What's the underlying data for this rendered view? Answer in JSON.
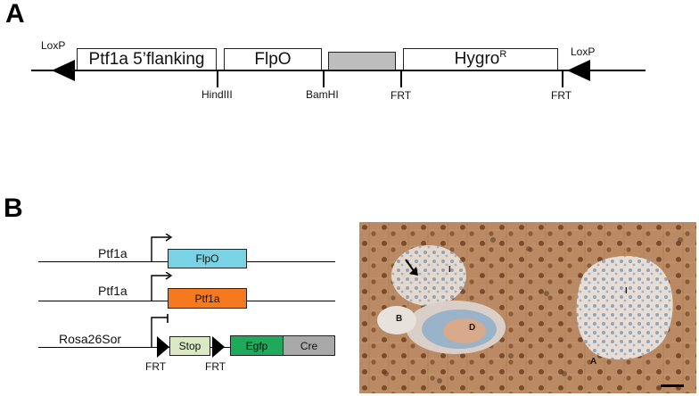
{
  "panel_a": {
    "label": "A",
    "loxp_left": "LoxP",
    "loxp_right": "LoxP",
    "boxes": {
      "ptf1a_flanking": "Ptf1a 5’flanking",
      "flpo": "FlpO",
      "hygro": "Hygro",
      "hygro_sup": "R"
    },
    "sites": {
      "hindiii": "HindIII",
      "bamhi": "BamHI",
      "frt1": "FRT",
      "frt2": "FRT"
    },
    "colors": {
      "grey_box": "#bdbdbd"
    }
  },
  "panel_b": {
    "label": "B",
    "rows": [
      {
        "gene": "Ptf1a",
        "box": "FlpO",
        "color": "#7ad3e4"
      },
      {
        "gene": "Ptf1a",
        "box": "Ptf1a",
        "color": "#f5791f"
      },
      {
        "gene": "Rosa26Sor"
      }
    ],
    "rosa": {
      "stop": "Stop",
      "stop_color": "#dbe8c4",
      "egfp": "Egfp",
      "egfp_color": "#1fa95a",
      "cre": "Cre",
      "cre_color": "#a8a8a8",
      "frt1": "FRT",
      "frt2": "FRT"
    },
    "histology_labels": {
      "islet1": "I",
      "islet2": "I",
      "b": "B",
      "d": "D",
      "a": "A"
    }
  }
}
